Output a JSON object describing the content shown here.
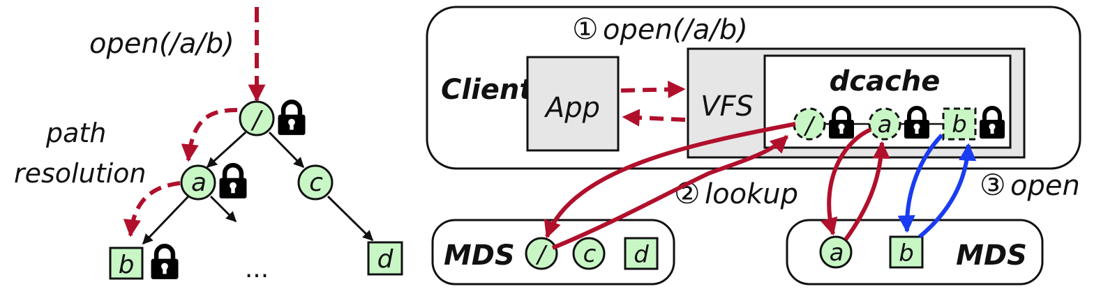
{
  "tree": {
    "open_call": "open(/a/b)",
    "path_label_1": "path",
    "path_label_2": "resolution",
    "nodes": {
      "root": "/",
      "a": "a",
      "c": "c",
      "b": "b",
      "d": "d"
    },
    "ellipsis": "..."
  },
  "system": {
    "step1_num": "①",
    "step1_text": "open(/a/b)",
    "client_label": "Client",
    "app_label": "App",
    "vfs_label": "VFS",
    "dcache_label": "dcache",
    "dcache_entries": {
      "root": "/",
      "a": "a",
      "b": "b"
    },
    "step2_num": "②",
    "step2_text": "lookup",
    "step3_num": "③",
    "step3_text": "open",
    "mds1": {
      "label": "MDS",
      "root": "/",
      "c": "c",
      "d": "d"
    },
    "mds2": {
      "label": "MDS",
      "a": "a",
      "b": "b"
    }
  },
  "colors": {
    "red_arrow": "#B0102C",
    "blue_arrow": "#1A3CF0",
    "node_fill": "#C8F7C5",
    "box_fill": "#E6E6E6"
  },
  "icons": [
    "lock-icon"
  ]
}
